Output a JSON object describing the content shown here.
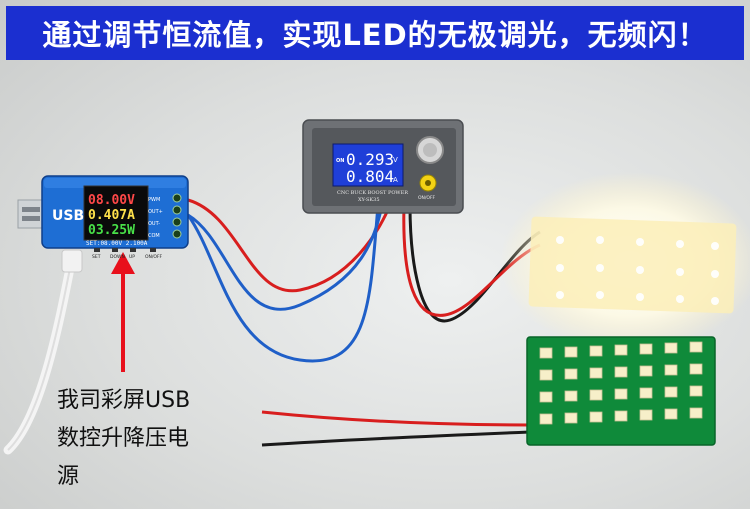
{
  "banner": {
    "text": "通过调节恒流值，实现LED的无极调光，无频闪！",
    "bg_color": "#1b2fd0"
  },
  "usb_module": {
    "logo": "USB",
    "voltage": "08.00V",
    "current": "0.407A",
    "power": "03.25W",
    "status": "SET:08.00V 2.100A",
    "side_labels": [
      "PWM",
      "OUT+",
      "OUT-",
      "COM"
    ],
    "button_labels": [
      "SET",
      "DOWN",
      "UP",
      "ON/OFF"
    ]
  },
  "buck_boost_module": {
    "on_indicator": "ON",
    "voltage": "0.293",
    "voltage_unit": "V",
    "current": "0.804",
    "current_unit": "A",
    "title": "CNC BUCK BOOST POWER",
    "model": "XY-SK35",
    "switch_label": "ON/OFF"
  },
  "caption": {
    "line1": "我司彩屏USB",
    "line2": "数控升降压电",
    "line3": "源"
  },
  "colors": {
    "arrow": "#e8101c",
    "pcb_green": "#0f8a3a",
    "wire_red": "#d81e1e",
    "wire_blue": "#1f5fc8",
    "wire_black": "#1a1a1a"
  }
}
